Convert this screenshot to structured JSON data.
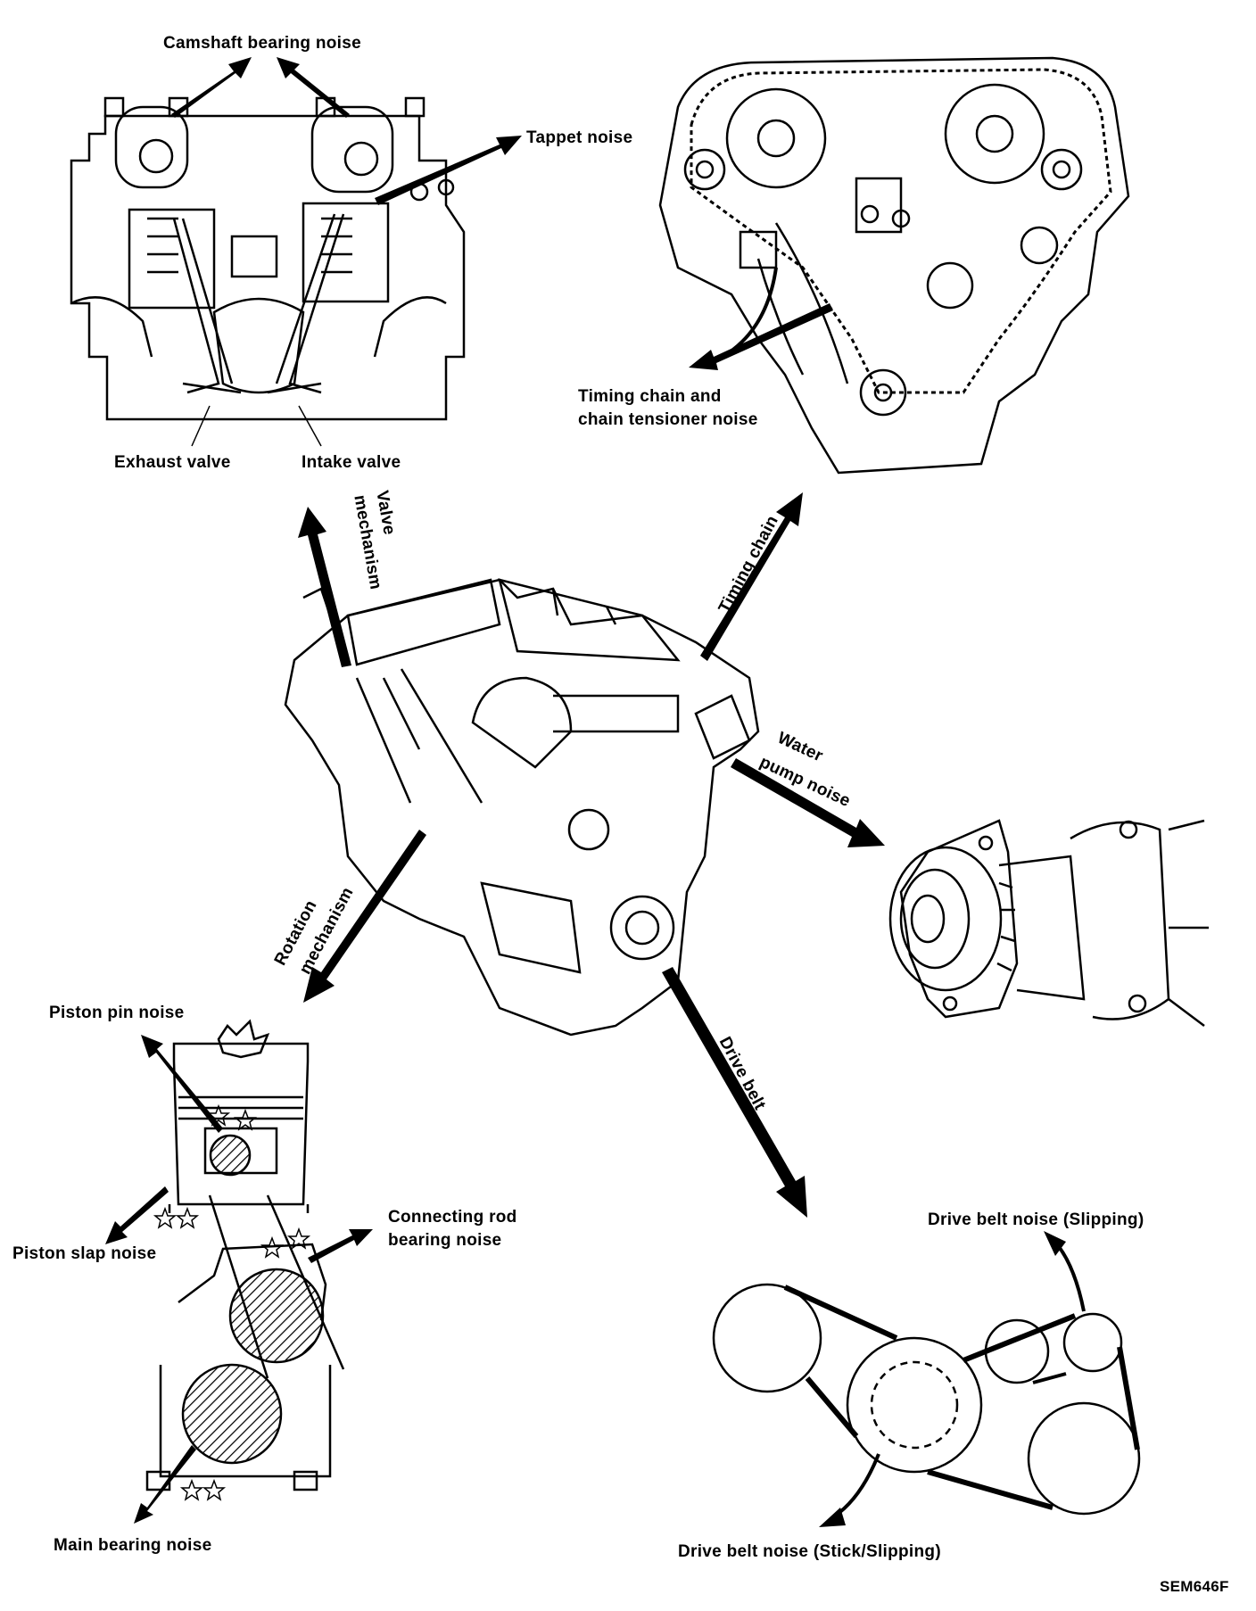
{
  "labels": {
    "camshaft_bearing_noise": "Camshaft bearing noise",
    "tappet_noise": "Tappet noise",
    "exhaust_valve": "Exhaust valve",
    "intake_valve": "Intake valve",
    "timing_chain_noise_line1": "Timing chain and",
    "timing_chain_noise_line2": "chain tensioner noise",
    "valve_mechanism_line1": "Valve",
    "valve_mechanism_line2": "mechanism",
    "timing_chain": "Timing chain",
    "water_pump_line1": "Water",
    "water_pump_line2": "pump noise",
    "rotation_mechanism_line1": "Rotation",
    "rotation_mechanism_line2": "mechanism",
    "drive_belt": "Drive belt",
    "piston_pin_noise": "Piston pin noise",
    "piston_slap_noise": "Piston slap noise",
    "connecting_rod_line1": "Connecting rod",
    "connecting_rod_line2": "bearing noise",
    "main_bearing_noise": "Main bearing noise",
    "drive_belt_slipping": "Drive belt noise (Slipping)",
    "drive_belt_stick": "Drive belt noise (Stick/Slipping)",
    "figure_code": "SEM646F"
  }
}
